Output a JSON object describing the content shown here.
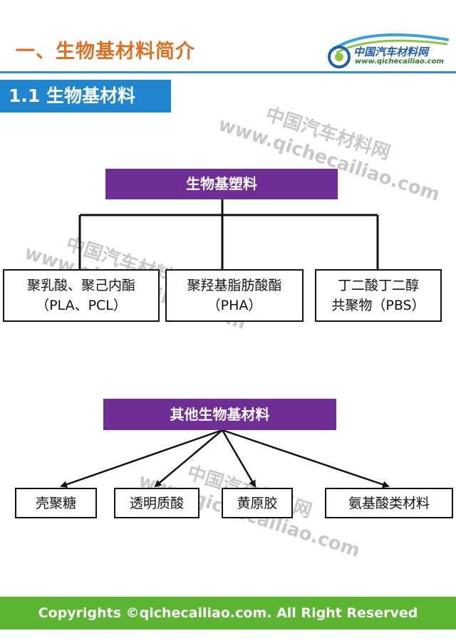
{
  "header": {
    "title": "一、生物基材料简介"
  },
  "logo": {
    "name_cn": "中国汽车材料网",
    "url": "www.qichecailiao.com"
  },
  "section": {
    "title": "1.1 生物基材料"
  },
  "watermark": {
    "cn": "中国汽车材料网",
    "url": "www.qichecailiao.com"
  },
  "diagram1": {
    "root": "生物基塑料",
    "children": [
      {
        "line1": "聚乳酸、聚己内酯",
        "line2": "（PLA、PCL）"
      },
      {
        "line1": "聚羟基脂肪酸酯",
        "line2": "（PHA）"
      },
      {
        "line1": "丁二酸丁二醇",
        "line2": "共聚物（PBS）"
      }
    ]
  },
  "diagram2": {
    "root": "其他生物基材料",
    "children": [
      "壳聚糖",
      "透明质酸",
      "黄原胶",
      "氨基酸类材料"
    ]
  },
  "footer": {
    "text": "Copyrights ©qichecailiao.com. All Right Reserved"
  },
  "colors": {
    "accent_orange": "#e07020",
    "section_blue": "#1f86cf",
    "root_purple": "#6f2d96",
    "footer_green": "#5cb531"
  }
}
